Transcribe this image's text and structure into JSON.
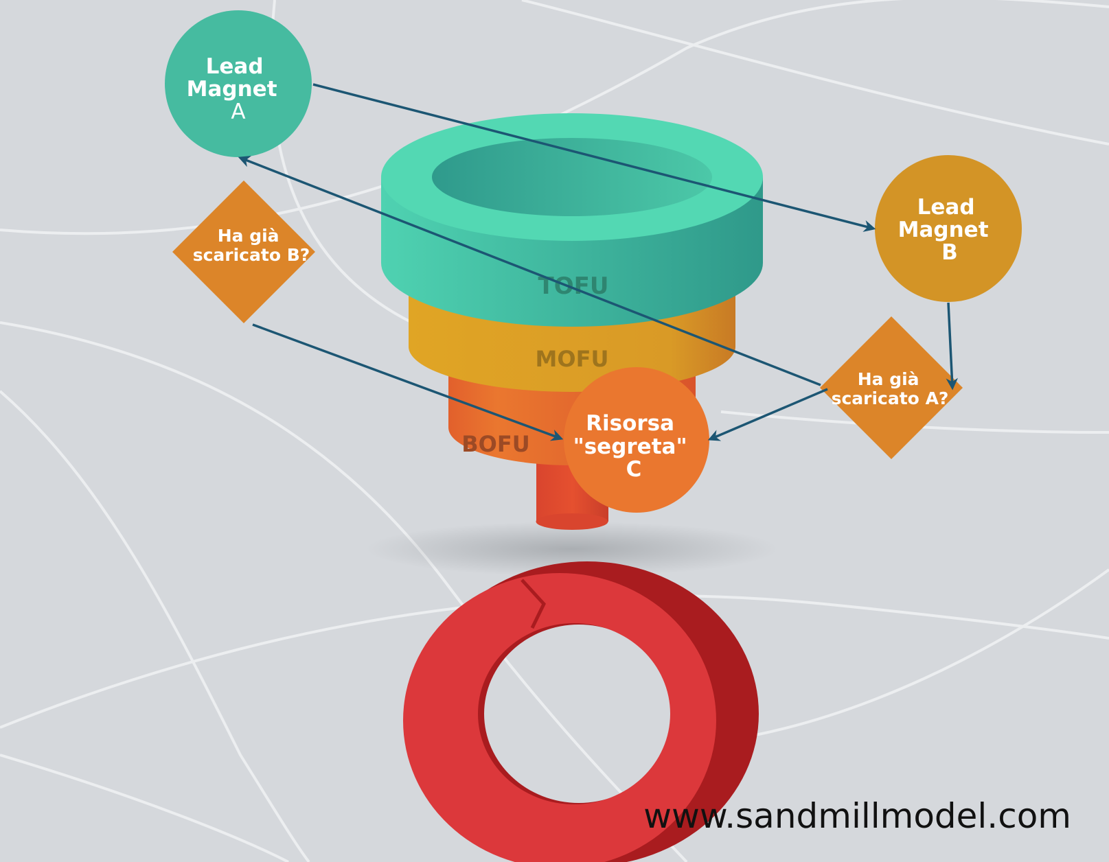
{
  "funnel": {
    "tofu_label": "TOFU",
    "mofu_label": "MOFU",
    "bofu_label": "BOFU"
  },
  "nodes": {
    "lead_magnet_a": [
      "Lead",
      "Magnet",
      "A"
    ],
    "lead_magnet_b": [
      "Lead",
      "Magnet",
      "B"
    ],
    "risorsa_c": [
      "Risorsa",
      "\"segreta\"",
      "C"
    ],
    "decision_b": [
      "Ha già",
      "scaricato B?"
    ],
    "decision_a": [
      "Ha già",
      "scaricato A?"
    ]
  },
  "website": "www.sandmillmodel.com",
  "colors": {
    "background": "#d5d8dc",
    "teal": "#46bba0",
    "gold": "#d39426",
    "orange": "#ea772f",
    "diamond": "#dc8529",
    "arrow": "#1c5673",
    "red": "#d8353a"
  }
}
